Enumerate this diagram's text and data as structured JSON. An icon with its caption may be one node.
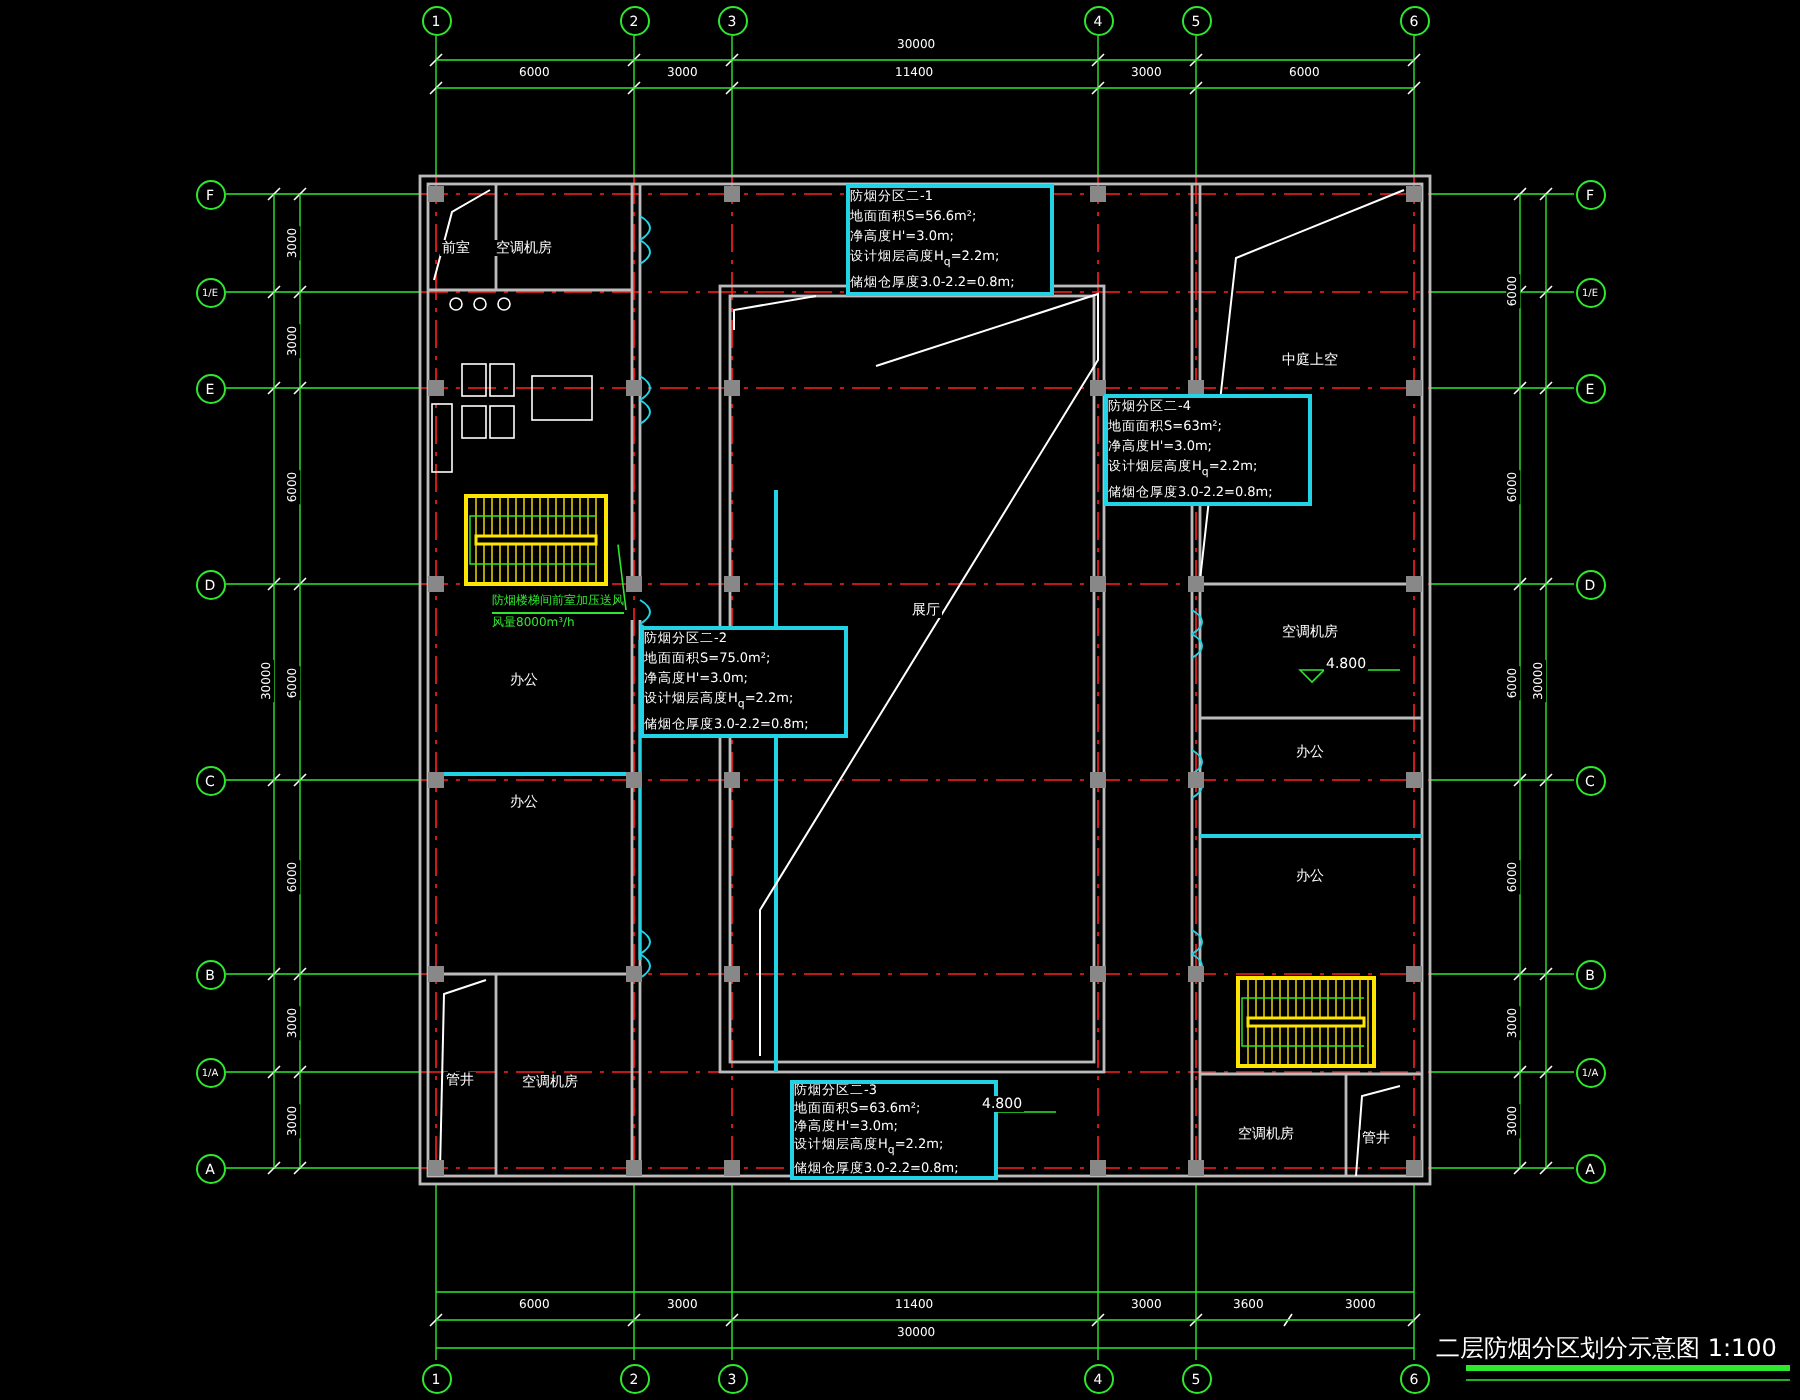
{
  "diagram": {
    "title": "二层防烟分区划分示意图 1:100",
    "nodes": [
      {
        "text": [
          "1"
        ]
      },
      {
        "text": [
          "2"
        ]
      },
      {
        "text": [
          "3"
        ]
      },
      {
        "text": [
          "4"
        ]
      },
      {
        "text": [
          "5"
        ]
      },
      {
        "text": [
          "6"
        ]
      },
      {
        "text": [
          "防烟分区二-1",
          "地面面积S=56.6m²;",
          "净高度H'=3.0m;",
          "设计烟层高度H$_{q}$=2.2m;",
          "储烟仓厚度3.0-2.2=0.8m;"
        ]
      },
      {
        "text": [
          "防烟分区二-4",
          "地面面积S=63m²;",
          "净高度H'=3.0m;",
          "设计烟层高度H$_{q}$=2.2m;",
          "储烟仓厚度3.0-2.2=0.8m;"
        ]
      },
      {
        "text": [
          "防烟分区二-2",
          "地面面积S=75.0m²;",
          "净高度H'=3.0m;",
          "设计烟层高度H$_{q}$=2.2m;",
          "储烟仓厚度3.0-2.2=0.8m;"
        ]
      },
      {
        "text": [
          "防烟分区二-3",
          "地面面积S=63.6m²;",
          "净高度H'=3.0m;",
          "设计烟层高度H$_{q}$=2.2m;",
          "储烟仓厚度3.0-2.2=0.8m;"
        ]
      },
      {
        "text": [],
        "shape": "box"
      },
      {
        "text": [],
        "shape": "box"
      },
      {
        "text": [
          "防烟楼梯间前室加压送风",
          "风量8000m³/h"
        ]
      },
      {
        "text": [
          "F"
        ]
      },
      {
        "text": [
          "1/E"
        ]
      },
      {
        "text": [
          "E"
        ]
      },
      {
        "text": [
          "D"
        ]
      },
      {
        "text": [
          "C"
        ]
      },
      {
        "text": [
          "B"
        ]
      },
      {
        "text": [
          "1/A"
        ]
      },
      {
        "text": [
          "A"
        ]
      },
      {
        "text": [
          "F"
        ]
      },
      {
        "text": [
          "1/E"
        ]
      },
      {
        "text": [
          "E"
        ]
      },
      {
        "text": [
          "D"
        ]
      },
      {
        "text": [
          "C"
        ]
      },
      {
        "text": [
          "B"
        ]
      },
      {
        "text": [
          "1/A"
        ]
      },
      {
        "text": [
          "A"
        ]
      },
      {
        "text": [
          "1"
        ]
      },
      {
        "text": [
          "2"
        ]
      },
      {
        "text": [
          "3"
        ]
      },
      {
        "text": [
          "4"
        ]
      },
      {
        "text": [
          "5"
        ]
      },
      {
        "text": [
          "6"
        ]
      }
    ],
    "edges": [
      {
        "from": 12,
        "to": 10,
        "arrow": "none"
      }
    ],
    "labels": [
      "30000",
      "6000",
      "3000",
      "11400",
      "3000",
      "6000",
      "3000",
      "3000",
      "6000",
      "6000",
      "6000",
      "3000",
      "3000",
      "30000",
      "6000",
      "6000",
      "6000",
      "6000",
      "3000",
      "3000",
      "30000",
      "前室",
      "空调机房",
      "中庭上空",
      "展厅",
      "办公",
      "空调机房",
      "4.800",
      "办公",
      "办公",
      "办公",
      "管井",
      "空调机房",
      "4.800",
      "空调机房",
      "管井",
      "6000",
      "3000",
      "11400",
      "3000",
      "3600",
      "3000",
      "30000"
    ]
  }
}
